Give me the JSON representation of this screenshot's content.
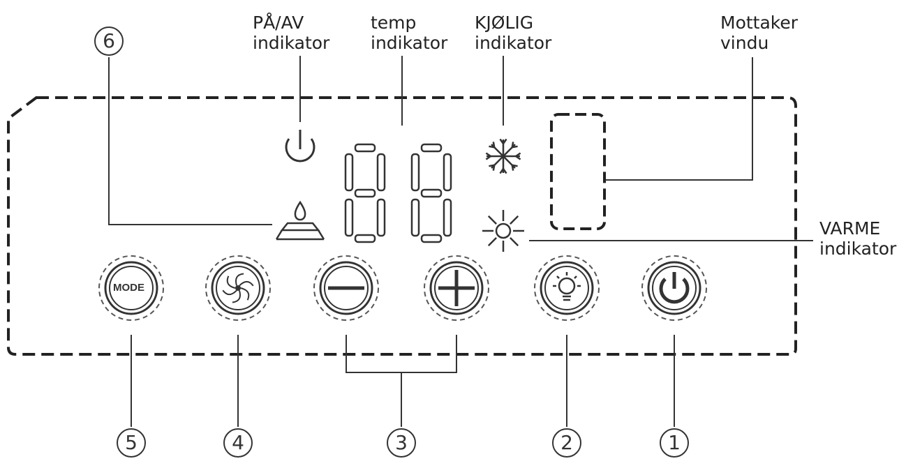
{
  "labels": {
    "power_indicator": [
      "PÅ/AV",
      "indikator"
    ],
    "temp_indicator": [
      "temp",
      "indikator"
    ],
    "cool_indicator": [
      "KJØLIG",
      "indikator"
    ],
    "receiver_window": [
      "Mottaker",
      "vindu"
    ],
    "heat_indicator": [
      "VARME",
      "indikator"
    ]
  },
  "buttons": {
    "mode_label": "MODE"
  },
  "callouts": {
    "n1": "1",
    "n2": "2",
    "n3": "3",
    "n4": "4",
    "n5": "5",
    "n6": "6"
  },
  "colors": {
    "line": "#333333",
    "background": "#ffffff"
  }
}
